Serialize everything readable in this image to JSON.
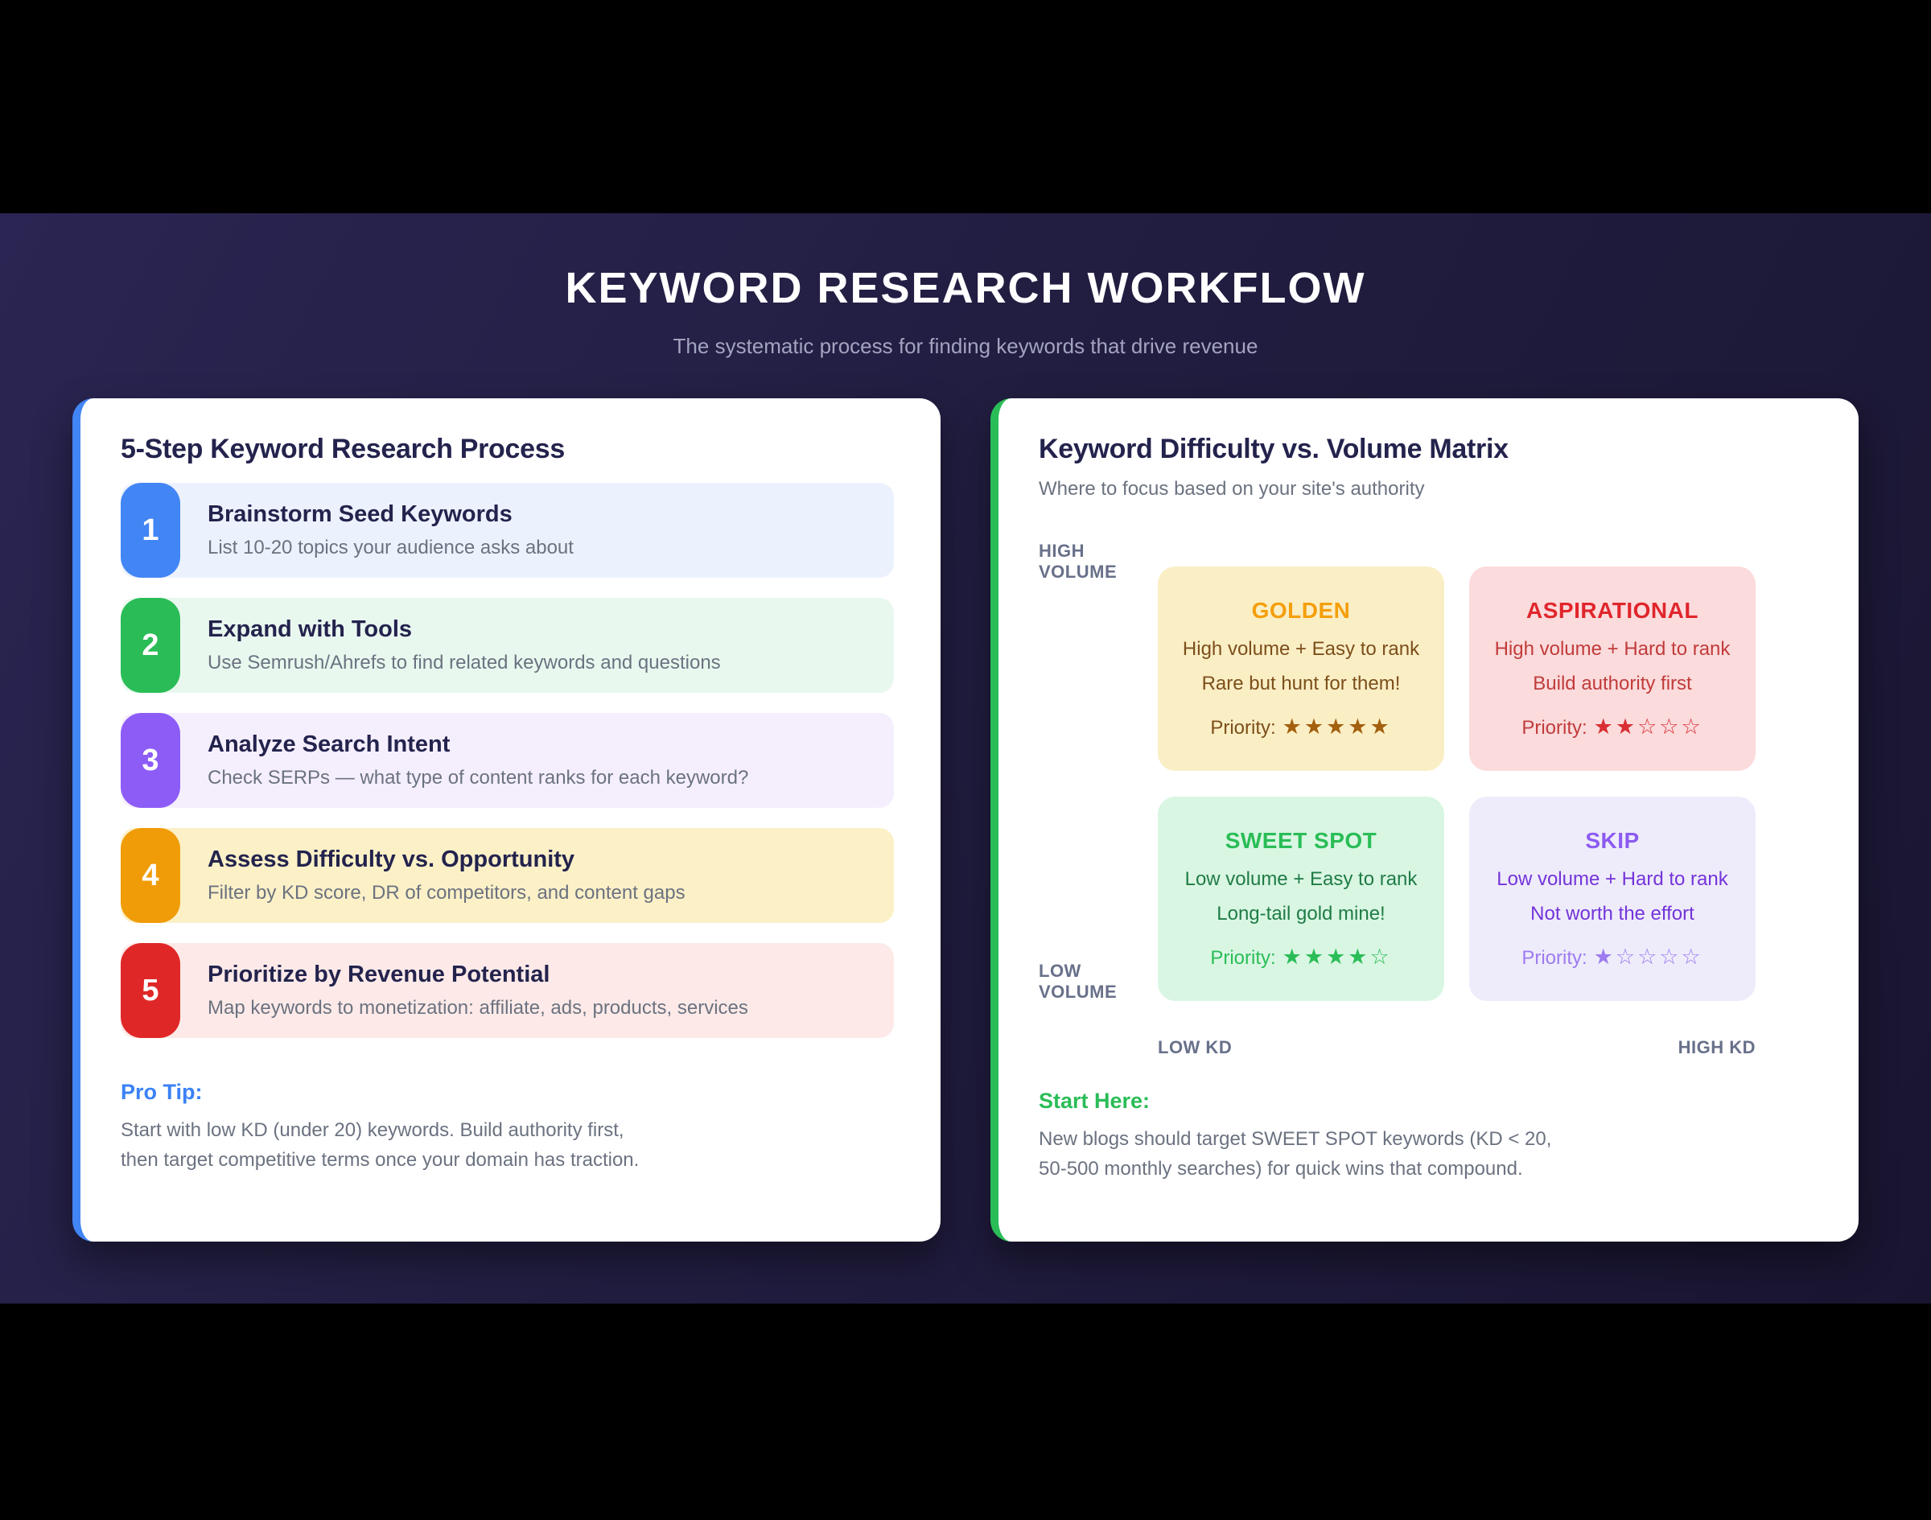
{
  "header": {
    "title": "KEYWORD RESEARCH WORKFLOW",
    "subtitle": "The systematic process for finding keywords that drive revenue"
  },
  "process_card": {
    "title": "5-Step Keyword Research Process",
    "accent_color": "#4285f5",
    "steps": [
      {
        "number": "1",
        "title": "Brainstorm Seed Keywords",
        "description": "List 10-20 topics your audience asks about",
        "badge_color": "#4285f5",
        "row_color": "#ecf2fd"
      },
      {
        "number": "2",
        "title": "Expand with Tools",
        "description": "Use Semrush/Ahrefs to find related keywords and questions",
        "badge_color": "#2abd57",
        "row_color": "#e9f8ef"
      },
      {
        "number": "3",
        "title": "Analyze Search Intent",
        "description": "Check SERPs — what type of content ranks for each keyword?",
        "badge_color": "#8d5cf6",
        "row_color": "#f5effd"
      },
      {
        "number": "4",
        "title": "Assess Difficulty vs. Opportunity",
        "description": "Filter by KD score, DR of competitors, and content gaps",
        "badge_color": "#f09c08",
        "row_color": "#fcf0c7"
      },
      {
        "number": "5",
        "title": "Prioritize by Revenue Potential",
        "description": "Map keywords to monetization: affiliate, ads, products, services",
        "badge_color": "#e02727",
        "row_color": "#fdeae8"
      }
    ],
    "tip": {
      "label": "Pro Tip:",
      "label_color": "#3b82f6",
      "line1": "Start with low KD (under 20) keywords. Build authority first,",
      "line2": "then target competitive terms once your domain has traction."
    }
  },
  "matrix_card": {
    "title": "Keyword Difficulty vs. Volume Matrix",
    "subtitle": "Where to focus based on your site's authority",
    "accent_color": "#2abd57",
    "axis_labels": {
      "volume_high": "HIGH VOLUME",
      "volume_low": "LOW VOLUME",
      "kd_low": "LOW KD",
      "kd_high": "HIGH KD"
    },
    "quadrants": [
      {
        "name": "GOLDEN",
        "line1": "High volume + Easy to rank",
        "line2": "Rare but hunt for them!",
        "priority_label": "Priority:",
        "stars": "★★★★★",
        "bg_color": "#faeec5",
        "title_color": "#f59e0b",
        "text_color": "#7c4f1a",
        "priority_color": "#7c4f1a",
        "star_color": "#a3600e"
      },
      {
        "name": "ASPIRATIONAL",
        "line1": "High volume + Hard to rank",
        "line2": "Build authority first",
        "priority_label": "Priority:",
        "stars": "★★☆☆☆",
        "bg_color": "#fbdbdc",
        "title_color": "#e0262b",
        "text_color": "#c23b3b",
        "priority_color": "#c23b3b",
        "star_color": "#d92f34"
      },
      {
        "name": "SWEET SPOT",
        "line1": "Low volume + Easy to rank",
        "line2": "Long-tail gold mine!",
        "priority_label": "Priority:",
        "stars": "★★★★☆",
        "bg_color": "#d9f6e3",
        "title_color": "#2abd57",
        "text_color": "#1f7c45",
        "priority_color": "#2abd57",
        "star_color": "#2abd57"
      },
      {
        "name": "SKIP",
        "line1": "Low volume + Hard to rank",
        "line2": "Not worth the effort",
        "priority_label": "Priority:",
        "stars": "★☆☆☆☆",
        "bg_color": "#eeecfb",
        "title_color": "#8c5bf0",
        "text_color": "#7434d8",
        "priority_color": "#9d7bf0",
        "star_color": "#9d7bf0"
      }
    ],
    "tip": {
      "label": "Start Here:",
      "label_color": "#2abd57",
      "line1": "New blogs should target SWEET SPOT keywords (KD < 20,",
      "line2": "50-500 monthly searches) for quick wins that compound."
    }
  }
}
